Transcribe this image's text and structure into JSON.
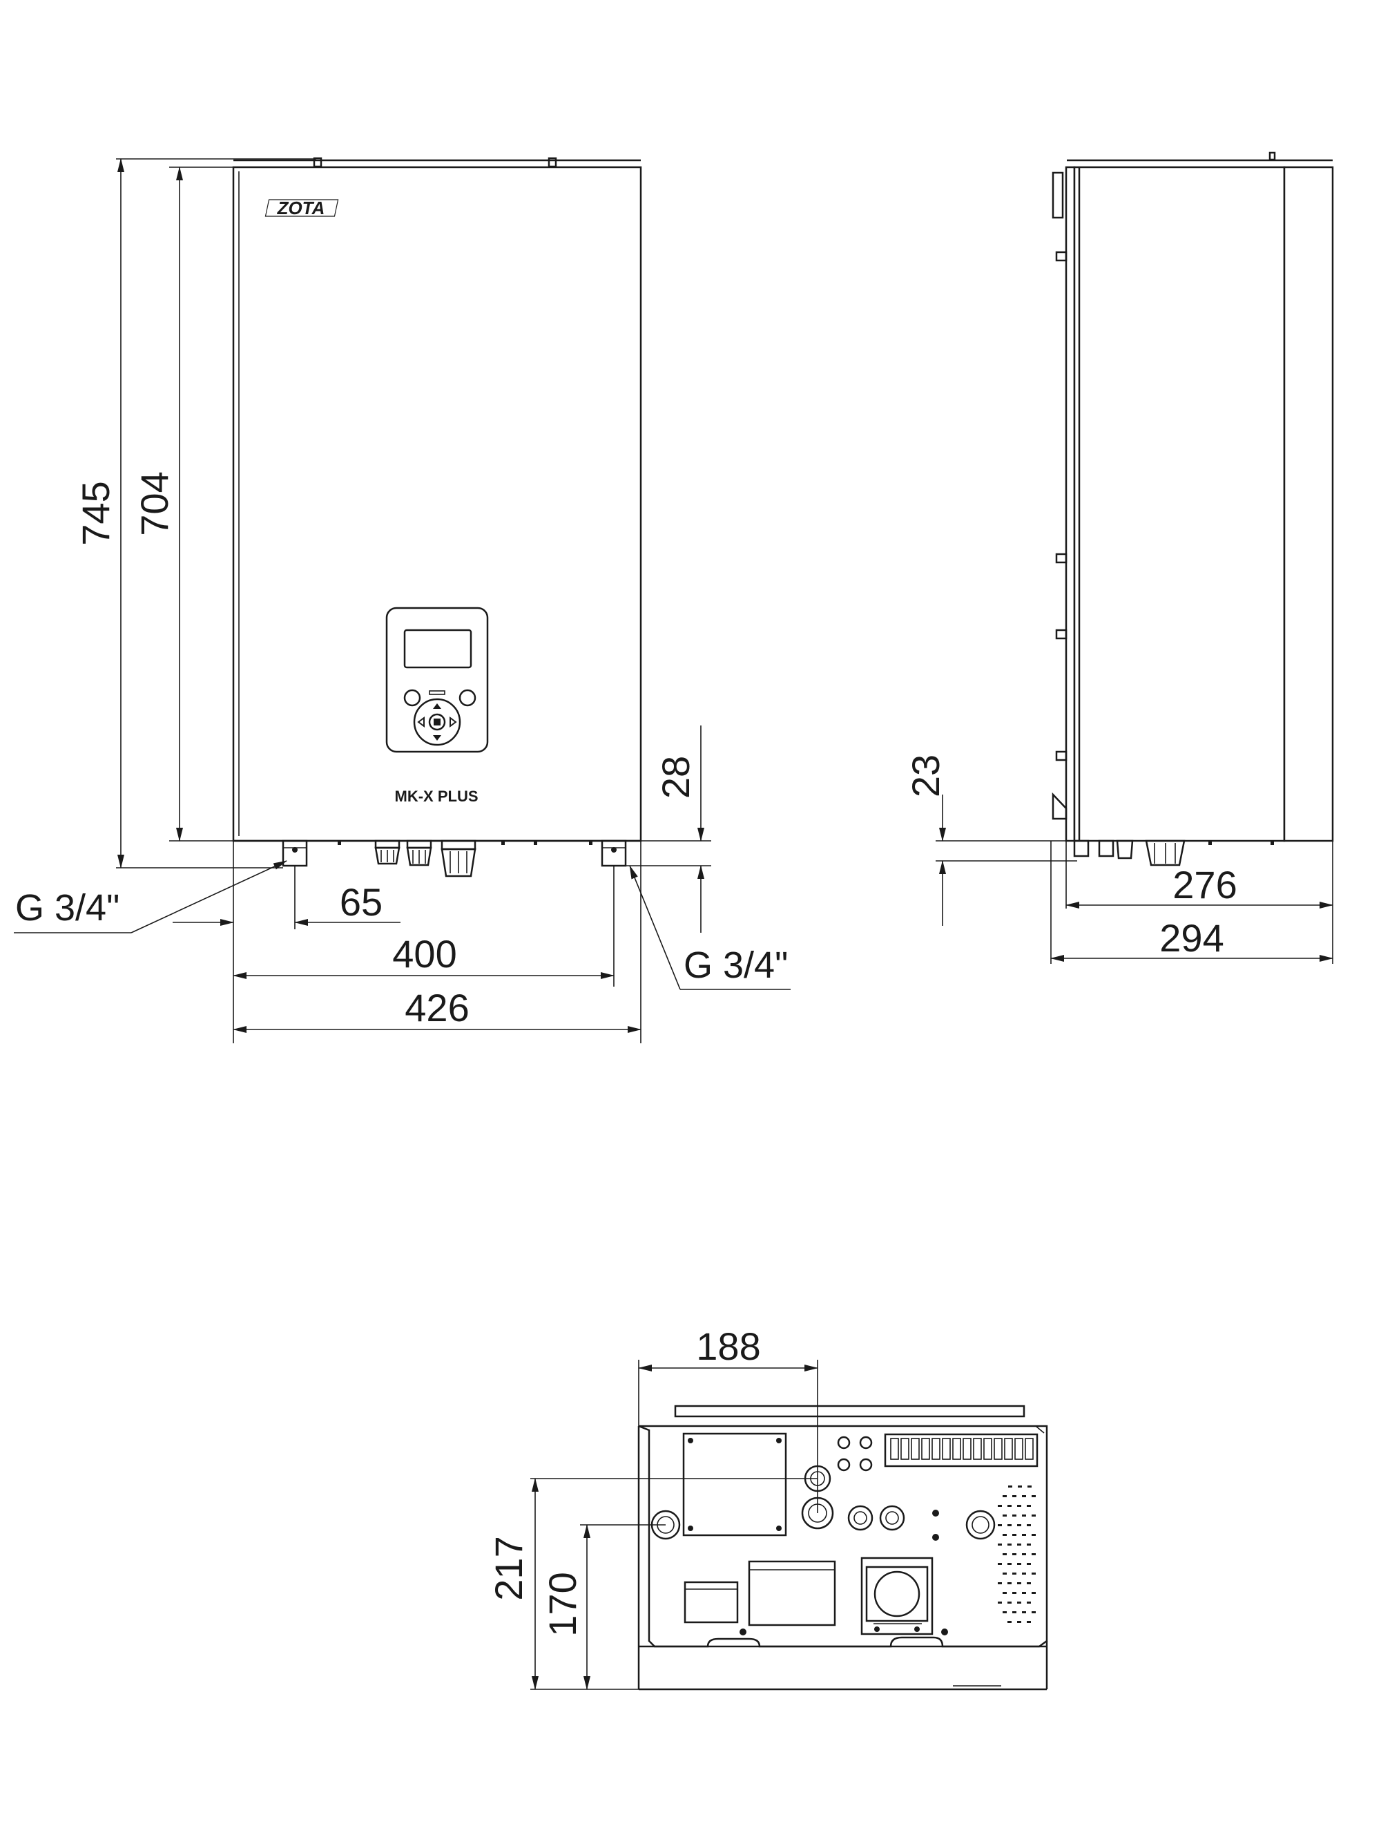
{
  "front_view": {
    "brand_logo": "ZOTA",
    "model_label": "MK-X PLUS",
    "dim_overall_height": "745",
    "dim_body_height": "704",
    "dim_pipe_drop": "28",
    "dim_pipe_offset": "65",
    "dim_pipe_spacing": "400",
    "dim_width": "426",
    "pipe_left_label": "G 3/4\"",
    "pipe_right_label": "G 3/4\""
  },
  "side_view": {
    "dim_pipe_drop": "23",
    "dim_depth_body": "276",
    "dim_depth_total": "294"
  },
  "bottom_view": {
    "dim_inlet_offset": "188",
    "dim_front_pipe": "217",
    "dim_rear_pipe": "170"
  }
}
